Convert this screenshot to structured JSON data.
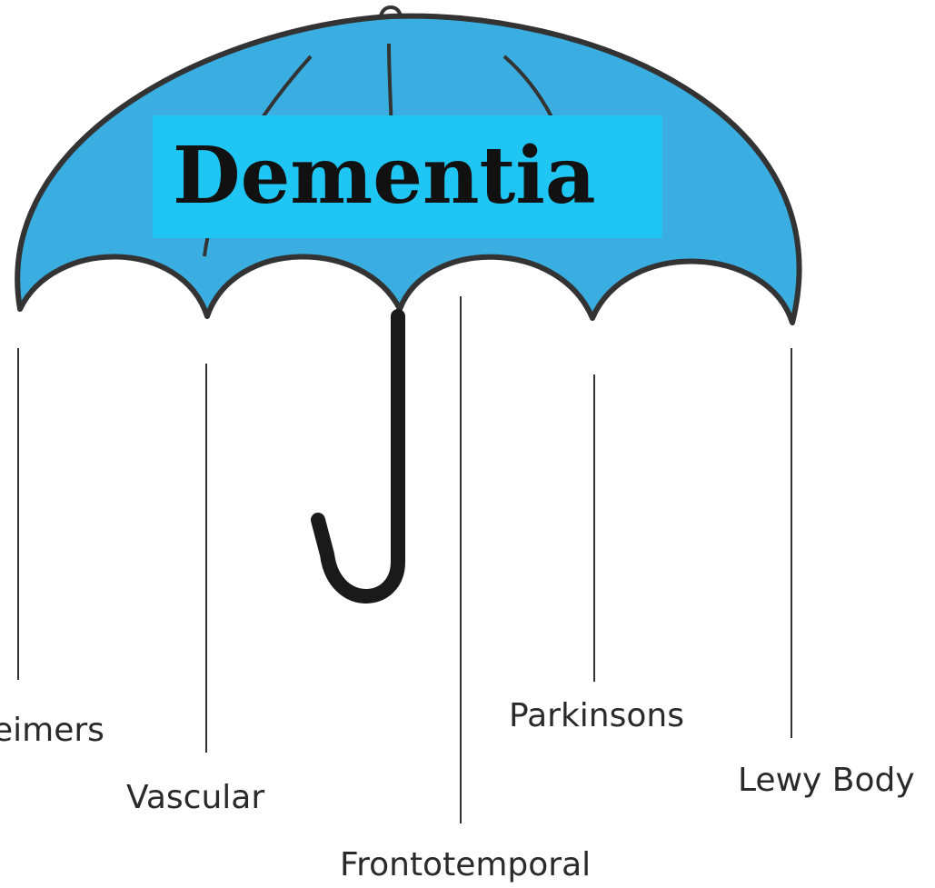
{
  "diagram": {
    "title": "Dementia",
    "types": [
      {
        "id": "alzheimers",
        "label": "eimers"
      },
      {
        "id": "vascular",
        "label": "Vascular"
      },
      {
        "id": "frontotemporal",
        "label": "Frontotemporal"
      },
      {
        "id": "parkinsons",
        "label": "Parkinsons"
      },
      {
        "id": "lewy-body",
        "label": "Lewy Body"
      }
    ]
  },
  "colors": {
    "canopy": "#3aaee0",
    "title_box": "#1fc6f3",
    "outline": "#333333",
    "handle": "#1a1a1a"
  }
}
